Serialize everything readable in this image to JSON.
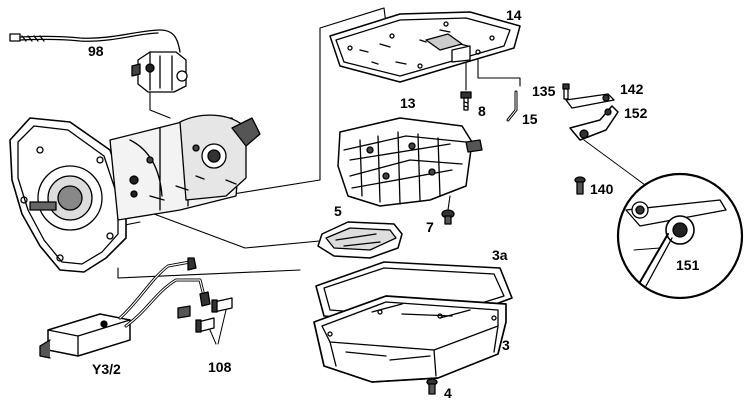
{
  "diagram": {
    "parts": [
      {
        "id": "98",
        "label": "98"
      },
      {
        "id": "14",
        "label": "14"
      },
      {
        "id": "13",
        "label": "13"
      },
      {
        "id": "8",
        "label": "8"
      },
      {
        "id": "15",
        "label": "15"
      },
      {
        "id": "135",
        "label": "135"
      },
      {
        "id": "142",
        "label": "142"
      },
      {
        "id": "152",
        "label": "152"
      },
      {
        "id": "140",
        "label": "140"
      },
      {
        "id": "151",
        "label": "151"
      },
      {
        "id": "5",
        "label": "5"
      },
      {
        "id": "7",
        "label": "7"
      },
      {
        "id": "3a",
        "label": "3a"
      },
      {
        "id": "3",
        "label": "3"
      },
      {
        "id": "4",
        "label": "4"
      },
      {
        "id": "108",
        "label": "108"
      },
      {
        "id": "Y3/2",
        "label": "Y3/2"
      }
    ]
  }
}
